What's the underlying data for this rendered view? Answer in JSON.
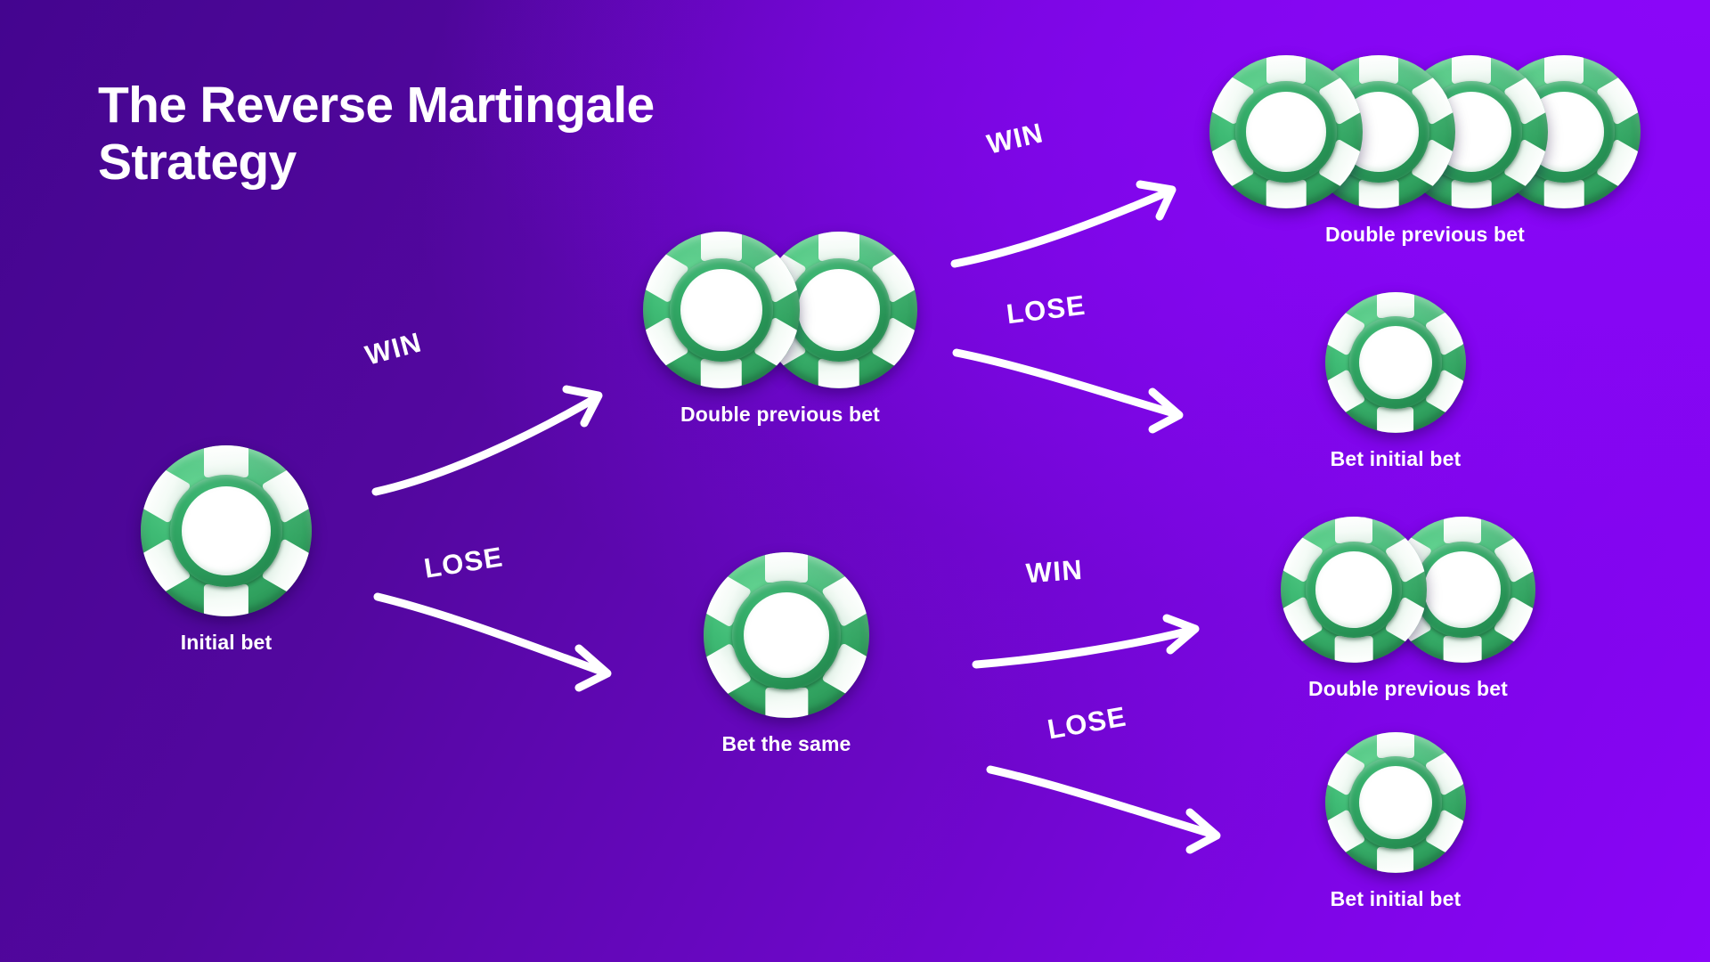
{
  "title": {
    "line1": "The Reverse Martingale",
    "line2": "Strategy"
  },
  "colors": {
    "background_start": "#44058f",
    "background_end": "#8905f8",
    "chip_green_light": "#3fbb75",
    "chip_green_dark": "#23854d",
    "chip_face": "#ffffff",
    "text": "#ffffff"
  },
  "nodes": {
    "initial": {
      "label": "Initial bet",
      "chip_count": 1
    },
    "win_branch": {
      "label": "Double previous bet",
      "chip_count": 2
    },
    "lose_branch": {
      "label": "Bet the same",
      "chip_count": 1
    },
    "win_win": {
      "label": "Double previous bet",
      "chip_count": 4
    },
    "win_lose": {
      "label": "Bet initial bet",
      "chip_count": 1
    },
    "lose_win": {
      "label": "Double previous bet",
      "chip_count": 2
    },
    "lose_lose": {
      "label": "Bet initial bet",
      "chip_count": 1
    }
  },
  "arrows": {
    "a1": {
      "label": "WIN",
      "outcome": "win"
    },
    "a2": {
      "label": "LOSE",
      "outcome": "lose"
    },
    "a3": {
      "label": "WIN",
      "outcome": "win"
    },
    "a4": {
      "label": "LOSE",
      "outcome": "lose"
    },
    "a5": {
      "label": "WIN",
      "outcome": "win"
    },
    "a6": {
      "label": "LOSE",
      "outcome": "lose"
    }
  },
  "chart_data": {
    "type": "diagram",
    "title": "The Reverse Martingale Strategy",
    "structure": "binary decision tree",
    "levels": 3,
    "root": {
      "label": "Initial bet",
      "chips": 1,
      "children": [
        {
          "edge": "WIN",
          "label": "Double previous bet",
          "chips": 2,
          "children": [
            {
              "edge": "WIN",
              "label": "Double previous bet",
              "chips": 4
            },
            {
              "edge": "LOSE",
              "label": "Bet initial bet",
              "chips": 1
            }
          ]
        },
        {
          "edge": "LOSE",
          "label": "Bet the same",
          "chips": 1,
          "children": [
            {
              "edge": "WIN",
              "label": "Double previous bet",
              "chips": 2
            },
            {
              "edge": "LOSE",
              "label": "Bet initial bet",
              "chips": 1
            }
          ]
        }
      ]
    }
  }
}
